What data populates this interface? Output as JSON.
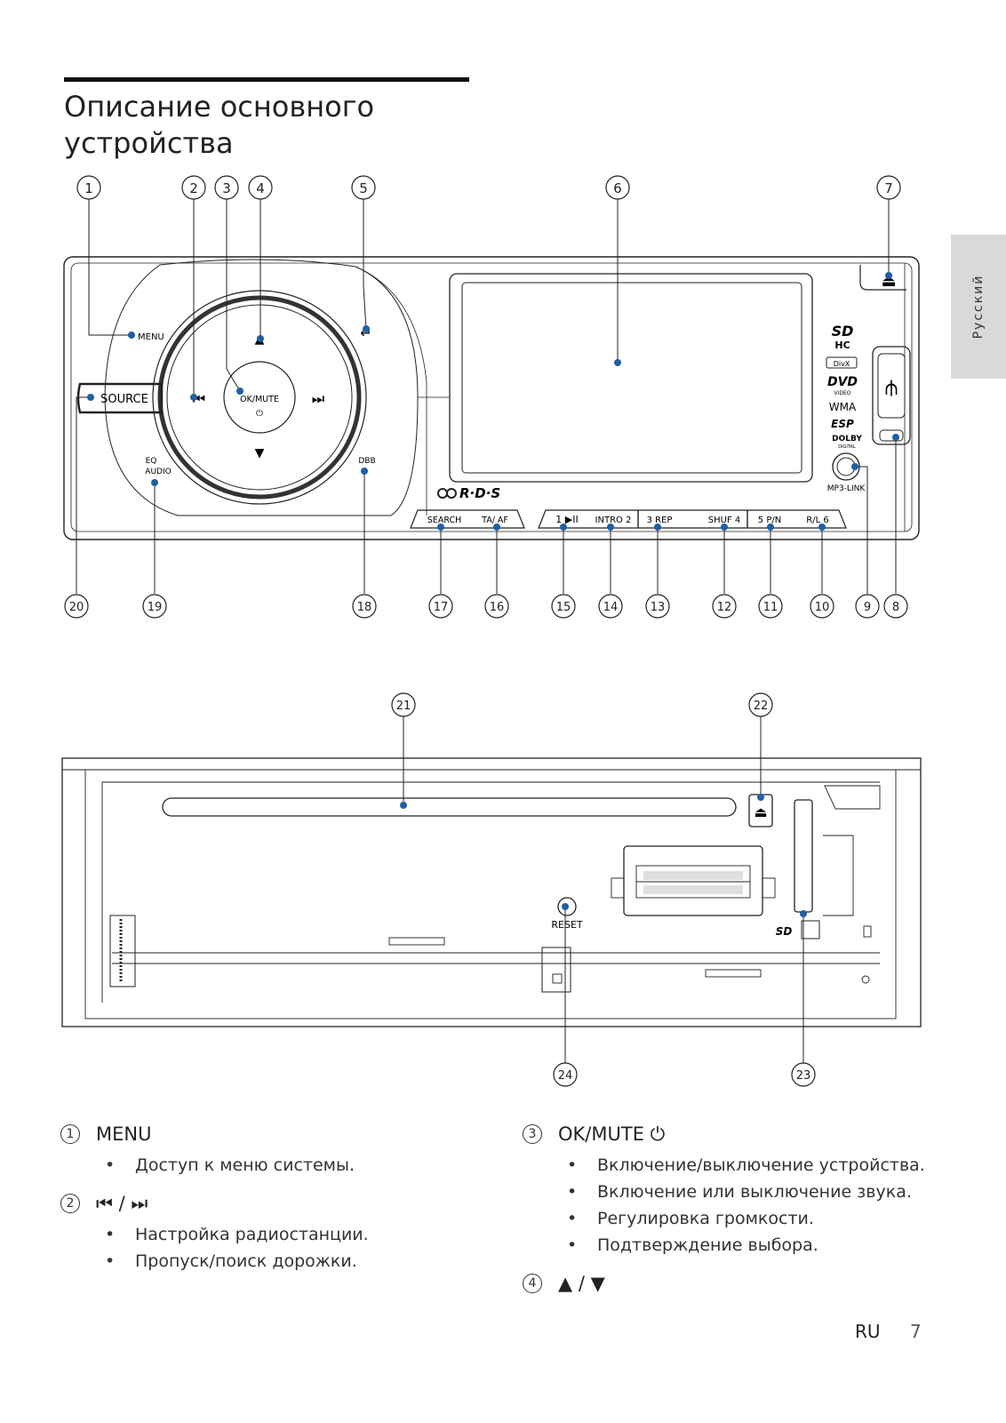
{
  "page_title": [
    "Описание основного",
    "устройства"
  ],
  "side_tab": "Русский",
  "callouts_top": [
    "1",
    "2",
    "3",
    "4",
    "5",
    "6",
    "7"
  ],
  "callouts_bottom_row": [
    "20",
    "19",
    "18",
    "17",
    "16",
    "15",
    "14",
    "13",
    "12",
    "11",
    "10",
    "9",
    "8"
  ],
  "callouts_chassis": [
    "21",
    "22",
    "24",
    "23"
  ],
  "panel_labels": {
    "menu": "MENU",
    "source": "SOURCE",
    "ok_mute": "OK/MUTE",
    "power_symbol": "⏻",
    "prev": "⏮",
    "next": "⏭",
    "up": "▲",
    "down": "▼",
    "back": "↵",
    "eq": "EQ",
    "audio": "AUDIO",
    "dbb": "DBB",
    "rds": "R·D·S",
    "search": "SEARCH",
    "ta_af": "TA/ AF",
    "k1": "1 ▶II",
    "intro": "INTRO 2",
    "rep": "3 REP",
    "shuf": "SHUF 4",
    "pn": "5 P/N",
    "rl": "R/L 6",
    "mp3link": "MP3-LINK",
    "eject": "⏏",
    "logo_sd": "SD",
    "logo_hc": "HC",
    "logo_divx": "DivX",
    "logo_dvd": "DVD",
    "logo_video": "VIDEO",
    "logo_wma": "WMA",
    "logo_esp": "ESP",
    "logo_dolby": "DOLBY",
    "logo_digital": "DIGITAL"
  },
  "chassis_labels": {
    "reset": "RESET",
    "sd": "SD",
    "eject": "⏏"
  },
  "descriptions_left": [
    {
      "num": "1",
      "heading": "MENU",
      "items": [
        "Доступ к меню системы."
      ]
    },
    {
      "num": "2",
      "heading": "⏮ / ⏭",
      "items": [
        "Настройка радиостанции.",
        "Пропуск/поиск дорожки."
      ]
    }
  ],
  "descriptions_right": [
    {
      "num": "3",
      "heading": "OK/MUTE ⏻",
      "items": [
        "Включение/выключение устройства.",
        "Включение или выключение звука.",
        "Регулировка громкости.",
        "Подтверждение выбора."
      ]
    },
    {
      "num": "4",
      "heading": "▲ / ▼",
      "items": []
    }
  ],
  "footer": {
    "lang": "RU",
    "page": "7"
  }
}
